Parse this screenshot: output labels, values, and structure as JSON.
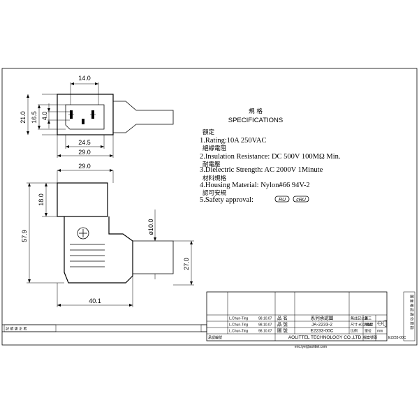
{
  "dims": {
    "top_width": "14.0",
    "h_total": "21.0",
    "h_mid": "16.5",
    "h_small": "4.0",
    "w_inner": "24.5",
    "w_outer": "29.0",
    "side_width": "29.0",
    "side_top": "18.0",
    "side_total": "57.9",
    "cable_dia": "ø10.0",
    "cable_len": "27.0",
    "side_depth": "40.1"
  },
  "spec": {
    "title_cn": "規 格",
    "title_en": "SPECIFICATIONS",
    "rating_cn": "額定",
    "rating": "1.Rating:10A 250VAC",
    "insulation_cn": "絕緣電阻",
    "insulation": "2.Insulation Resistance: DC 500V 100MΩ Min.",
    "dielectric_cn": "耐電壓",
    "dielectric": "3.Dielectric Strength: AC 2000V 1Minute",
    "material_cn": "材料規格",
    "material": "4.Housing Material: Nylon#66 94V-2",
    "safety_cn": "認可安規",
    "safety": "5.Safety approval:"
  },
  "title_block": {
    "rev_header": "記 號  更 正 者",
    "drawn": "L.Chun-Ting",
    "drawn_date": "98.10.07",
    "checked": "L.Chun-Ting",
    "checked_date": "98.10.07",
    "approved": "L.Chun-Ting",
    "approved_date": "98.10.07",
    "name_label": "品 名",
    "name_value": "系列承認圖",
    "part_label": "品 號",
    "part_value": "JA-2233-2",
    "drawing_label": "圖 號",
    "drawing_value": "E2233-00C",
    "tolerance_label": "無註記公差",
    "tolerance_note": "尺寸 ±0.2 角度",
    "angle_label": "第三",
    "angle_label2": "角法",
    "scale_label": "比例",
    "unit_label": "單位",
    "unit_value": "mm",
    "issue_label": "版本",
    "company": "AOLITTEL TECHNOLOGY CO.,LTD.",
    "email": "eric.lye@aolittel.com",
    "code_label": "檔案號碼",
    "code_value": "E2233-00C",
    "confirm_label": "圖 面 確 認 請 勿 更 換",
    "stamp": "承認編號"
  }
}
